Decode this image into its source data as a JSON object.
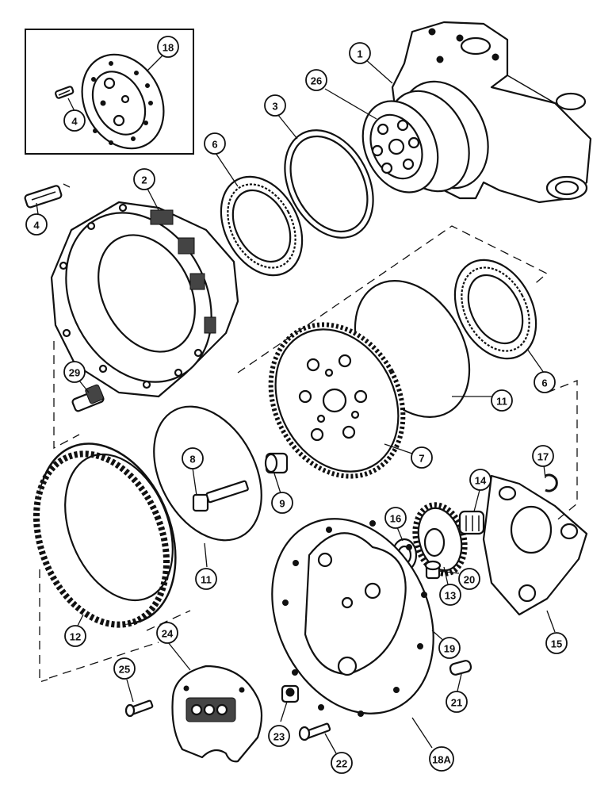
{
  "callouts": [
    {
      "id": "c1",
      "label": "1"
    },
    {
      "id": "c26",
      "label": "26"
    },
    {
      "id": "c18",
      "label": "18"
    },
    {
      "id": "c4a",
      "label": "4"
    },
    {
      "id": "c3",
      "label": "3"
    },
    {
      "id": "c6a",
      "label": "6"
    },
    {
      "id": "c2",
      "label": "2"
    },
    {
      "id": "c4b",
      "label": "4"
    },
    {
      "id": "c29",
      "label": "29"
    },
    {
      "id": "c6b",
      "label": "6"
    },
    {
      "id": "c11a",
      "label": "11"
    },
    {
      "id": "c7",
      "label": "7"
    },
    {
      "id": "c8",
      "label": "8"
    },
    {
      "id": "c9",
      "label": "9"
    },
    {
      "id": "c11b",
      "label": "11"
    },
    {
      "id": "c17",
      "label": "17"
    },
    {
      "id": "c14",
      "label": "14"
    },
    {
      "id": "c16",
      "label": "16"
    },
    {
      "id": "c13",
      "label": "13"
    },
    {
      "id": "c20",
      "label": "20"
    },
    {
      "id": "c12",
      "label": "12"
    },
    {
      "id": "c19",
      "label": "19"
    },
    {
      "id": "c15",
      "label": "15"
    },
    {
      "id": "c24",
      "label": "24"
    },
    {
      "id": "c25",
      "label": "25"
    },
    {
      "id": "c21",
      "label": "21"
    },
    {
      "id": "c23",
      "label": "23"
    },
    {
      "id": "c22",
      "label": "22"
    },
    {
      "id": "c18a",
      "label": "18A"
    }
  ]
}
